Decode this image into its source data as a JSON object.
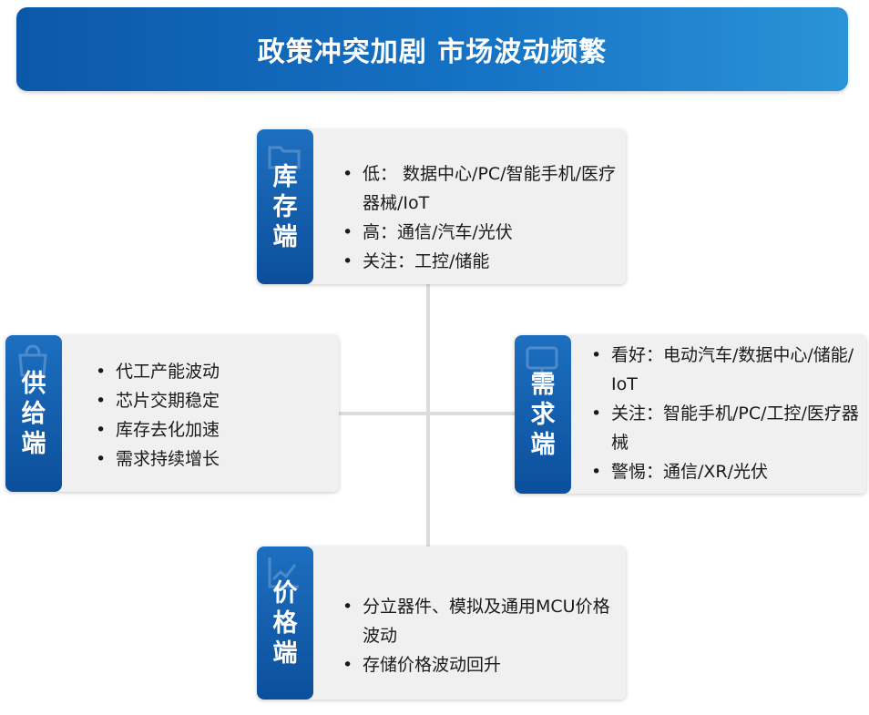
{
  "title": "政策冲突加剧 市场波动频繁",
  "theme": {
    "accent": "#0b4f9b",
    "banner_start": "#0c58a8",
    "banner_end": "#2a93d6",
    "card_bg": "#f0f0f0"
  },
  "cards": {
    "inventory": {
      "label": "库存端",
      "icon": "folder-icon",
      "items": [
        "低： 数据中心/PC/智能手机/医疗器械/IoT",
        "高：通信/汽车/光伏",
        "关注：工控/储能"
      ]
    },
    "supply": {
      "label": "供给端",
      "icon": "shopping-bag-icon",
      "items": [
        "代工产能波动",
        "芯片交期稳定",
        "库存去化加速",
        "需求持续增长"
      ]
    },
    "demand": {
      "label": "需求端",
      "icon": "monitor-icon",
      "items": [
        "看好：电动汽车/数据中心/储能/ IoT",
        "关注：智能手机/PC/工控/医疗器械",
        "警惕：通信/XR/光伏"
      ]
    },
    "price": {
      "label": "价格端",
      "icon": "chart-icon",
      "items": [
        "分立器件、模拟及通用MCU价格波动",
        "存储价格波动回升"
      ]
    }
  }
}
